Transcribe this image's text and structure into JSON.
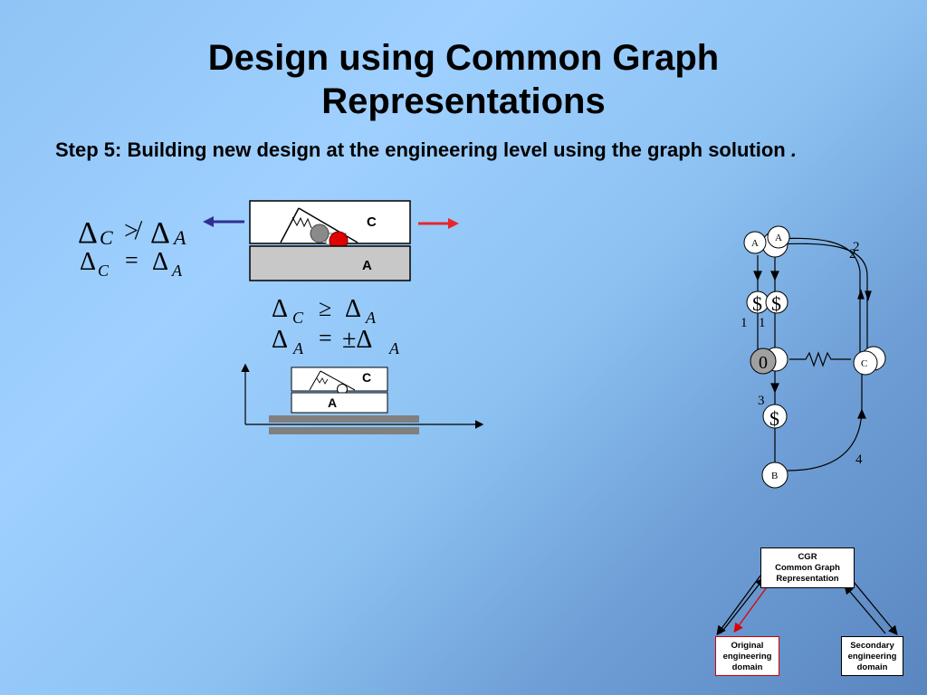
{
  "slide": {
    "title_line1": "Design using Common Graph",
    "title_line2": "Representations",
    "step_text": "Step 5: Building new design at the engineering level using the graph solution",
    "step_dot": "."
  },
  "equations": {
    "eq1_left": "Δ",
    "eq1_left_sub": "C",
    "eq1_op": "≯",
    "eq1_right": "Δ",
    "eq1_right_sub": "A",
    "eq2_left": "Δ",
    "eq2_left_sub": "C",
    "eq2_op": "=",
    "eq2_right": "Δ",
    "eq2_right_sub": "A",
    "eq3_left": "Δ",
    "eq3_left_sub": "C",
    "eq3_op": "≥",
    "eq3_right": "Δ",
    "eq3_right_sub": "A",
    "eq4_left": "Δ",
    "eq4_left_sub": "A",
    "eq4_op": "=",
    "eq4_right": "±Δ",
    "eq4_right_sub": "A"
  },
  "mechanism_top": {
    "label_c": "C",
    "label_a": "A"
  },
  "mechanism_bottom": {
    "label_c": "C",
    "label_a": "A"
  },
  "graph": {
    "node_a1": "A",
    "node_a2": "A",
    "node_c": "C",
    "node_b": "B",
    "node_zero": "0",
    "label_1a": "1",
    "label_1b": "1",
    "label_2a": "2",
    "label_2b": "2",
    "label_3": "3",
    "label_4": "4"
  },
  "cgr_diagram": {
    "cgr_line1": "CGR",
    "cgr_line2": "Common Graph",
    "cgr_line3": "Representation",
    "orig_line1": "Original",
    "orig_line2": "engineering",
    "orig_line3": "domain",
    "sec_line1": "Secondary",
    "sec_line2": "engineering",
    "sec_line3": "domain"
  },
  "colors": {
    "arrow_left": "#2e3192",
    "arrow_right": "#e8262b",
    "ball_red": "#e00000",
    "ball_gray": "#8a8a8a",
    "original_box_border": "#cc0000"
  }
}
